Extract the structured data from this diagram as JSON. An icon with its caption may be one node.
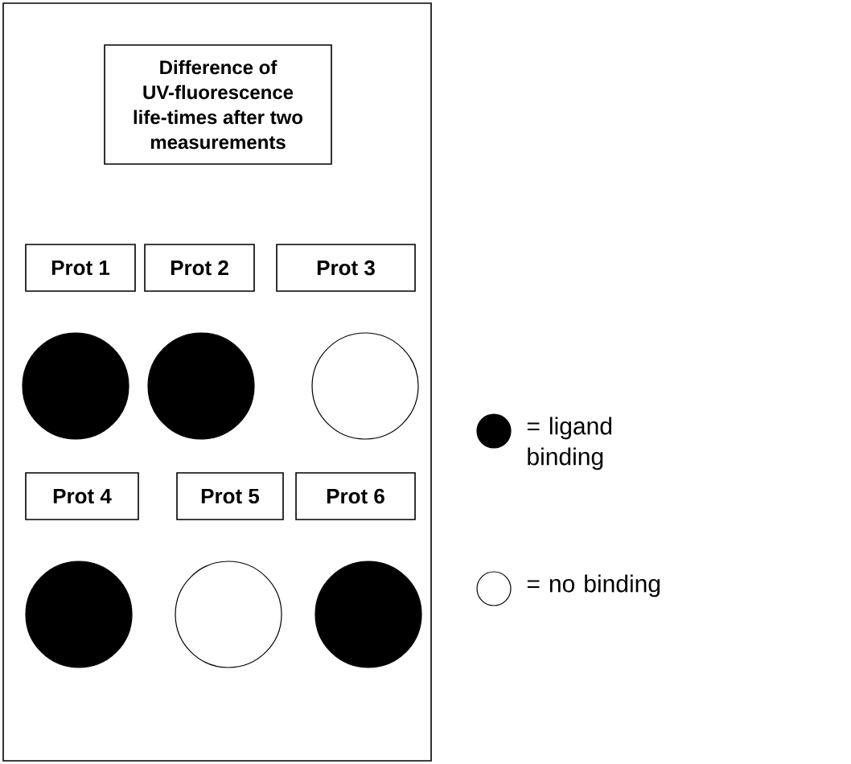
{
  "diagram": {
    "nodes": [
      {
        "text": [],
        "shape": "box"
      },
      {
        "text": [
          "Difference of UV-fluorescence life-times after two measurements"
        ],
        "in": 0
      },
      {
        "text": [
          "Prot 1"
        ],
        "in": 0
      },
      {
        "text": [
          "Prot 2"
        ],
        "in": 0
      },
      {
        "text": [
          "Prot 3"
        ],
        "in": 0
      },
      {
        "text": [],
        "shape": "disc",
        "in": 0
      },
      {
        "text": [],
        "shape": "disc",
        "in": 0
      },
      {
        "text": [],
        "shape": "circle",
        "in": 0
      },
      {
        "text": [
          "Prot 4"
        ],
        "in": 0
      },
      {
        "text": [
          "Prot 5"
        ],
        "in": 0
      },
      {
        "text": [
          "Prot 6"
        ],
        "in": 0
      },
      {
        "text": [],
        "shape": "disc",
        "in": 0
      },
      {
        "text": [],
        "shape": "circle",
        "in": 0
      },
      {
        "text": [],
        "shape": "disc",
        "in": 0
      }
    ],
    "legend": [
      {
        "text": "= ligand binding",
        "color": "#000000"
      },
      {
        "text": "= no binding"
      }
    ]
  }
}
